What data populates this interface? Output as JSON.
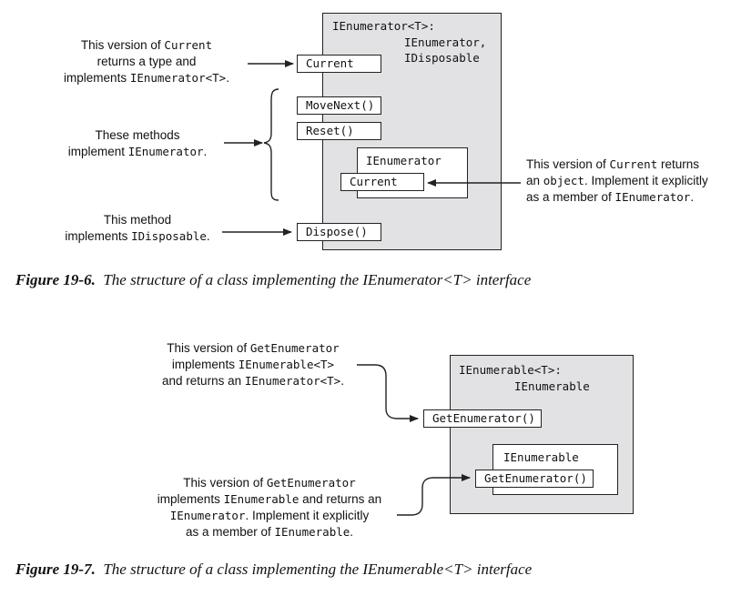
{
  "figure_19_6": {
    "class_header_line1": "IEnumerator<T>:",
    "class_header_line2": "IEnumerator,",
    "class_header_line3": "IDisposable",
    "member_current": "Current",
    "member_movenext": "MoveNext()",
    "member_reset": "Reset()",
    "inner_title": "IEnumerator",
    "inner_member_current": "Current",
    "member_dispose": "Dispose()",
    "note_current": {
      "l1a": "This version of ",
      "l1b": "Current",
      "l2": "returns a type and",
      "l3a": "implements ",
      "l3b": "IEnumerator<T>",
      "l3c": "."
    },
    "note_methods": {
      "l1": "These methods",
      "l2a": "implement ",
      "l2b": "IEnumerator",
      "l2c": "."
    },
    "note_dispose": {
      "l1": "This method",
      "l2a": "implements ",
      "l2b": "IDisposable",
      "l2c": "."
    },
    "note_explicit": {
      "l1a": "This version of ",
      "l1b": "Current",
      "l1c": " returns",
      "l2a": "an ",
      "l2b": "object",
      "l2c": ". Implement it explicitly",
      "l3a": "as a member of ",
      "l3b": "IEnumerator",
      "l3c": "."
    },
    "caption_label": "Figure 19-6.",
    "caption_text": "The structure of a class implementing the IEnumerator<T> interface"
  },
  "figure_19_7": {
    "class_header_line1": "IEnumerable<T>:",
    "class_header_line2": "IEnumerable",
    "member_getenumerator": "GetEnumerator()",
    "inner_title": "IEnumerable",
    "inner_member_getenumerator": "GetEnumerator()",
    "note_generic": {
      "l1a": "This version of ",
      "l1b": "GetEnumerator",
      "l2a": "implements ",
      "l2b": "IEnumerable<T>",
      "l3a": "and returns an ",
      "l3b": "IEnumerator<T>",
      "l3c": "."
    },
    "note_explicit": {
      "l1a": "This version of ",
      "l1b": "GetEnumerator",
      "l2a": "implements ",
      "l2b": "IEnumerable",
      "l2c": " and returns an",
      "l3a": "IEnumerator",
      "l3b": ". Implement it explicitly",
      "l4a": "as a member of ",
      "l4b": "IEnumerable",
      "l4c": "."
    },
    "caption_label": "Figure 19-7.",
    "caption_text": "The structure of a class implementing the IEnumerable<T> interface"
  },
  "colors": {
    "box_fill": "#e2e2e4",
    "line": "#222222"
  }
}
